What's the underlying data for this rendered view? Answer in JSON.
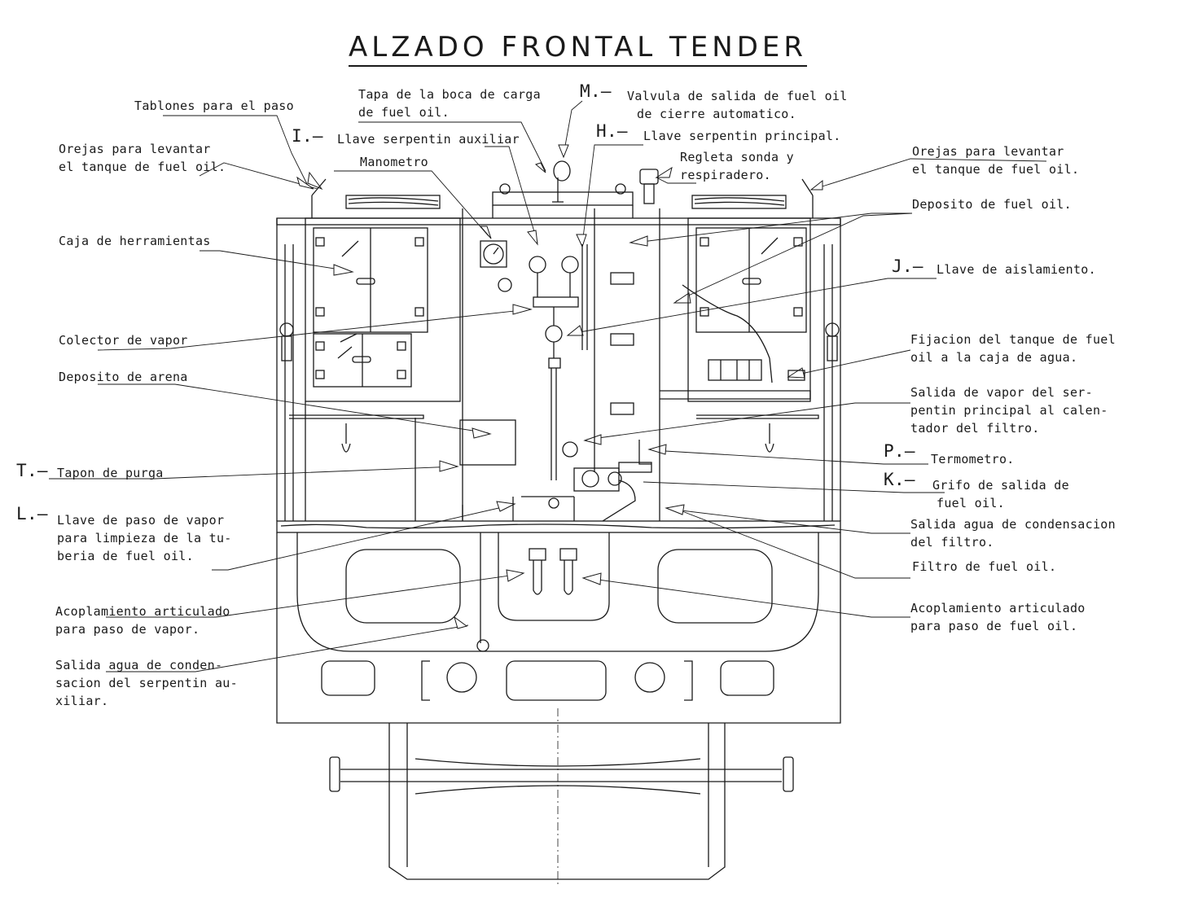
{
  "title": "ALZADO FRONTAL TENDER",
  "labels": {
    "tablones": [
      "Tablones para el paso"
    ],
    "tapa": [
      "Tapa de la boca de carga",
      "de fuel oil."
    ],
    "m_prefix": "M.–",
    "m_text": [
      "Valvula de salida de fuel oil",
      "de cierre automatico."
    ],
    "i_prefix": "I.–",
    "i_text": "Llave serpentin auxiliar",
    "h_prefix": "H.–",
    "h_text": "Llave serpentin principal.",
    "orejas_left": [
      "Orejas para levantar",
      "el tanque de fuel oil."
    ],
    "orejas_right": [
      "Orejas para levantar",
      "el tanque de fuel oil."
    ],
    "manometro": "Manometro",
    "regleta": [
      "Regleta sonda y",
      "respiradero."
    ],
    "deposito_fuel": "Deposito de fuel oil.",
    "caja": "Caja de herramientas",
    "j_prefix": "J.–",
    "j_text": "Llave de aislamiento.",
    "colector": "Colector de vapor",
    "fijacion": [
      "Fijacion del tanque de fuel",
      "oil a la caja de agua."
    ],
    "deposito_arena": "Deposito de arena",
    "salida_vapor": [
      "Salida de vapor del ser-",
      "pentin principal al calen-",
      "tador del filtro."
    ],
    "t_prefix": "T.–",
    "t_text": "Tapon de purga",
    "p_prefix": "P.–",
    "p_text": "Termometro.",
    "k_prefix": "K.–",
    "k_text": [
      "Grifo de salida de",
      "fuel oil."
    ],
    "l_prefix": "L.–",
    "l_text": [
      "Llave de paso de vapor",
      "para limpieza de la tu-",
      "beria de fuel oil."
    ],
    "salida_agua_filtro": [
      "Salida agua de condensacion",
      "del filtro."
    ],
    "filtro": "Filtro de fuel oil.",
    "acopl_vapor": [
      "Acoplamiento articulado",
      "para paso de vapor."
    ],
    "acopl_fuel": [
      "Acoplamiento articulado",
      "para paso de fuel oil."
    ],
    "salida_aux": [
      "Salida agua de conden-",
      "sacion del serpentin au-",
      "xiliar."
    ]
  },
  "colors": {
    "ink": "#1a1a1a",
    "paper": "#ffffff"
  }
}
